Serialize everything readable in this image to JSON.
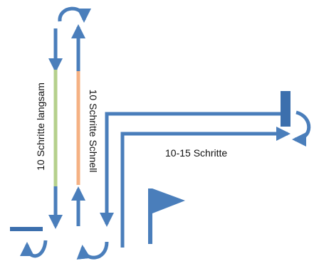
{
  "labels": {
    "slow_walk": "10 Schritte langsam",
    "fast_walk": "10 Schritte Schnell",
    "side_walk": "10-15 Schritte"
  },
  "colors": {
    "path": "#4a7ebb",
    "slow_segment": "#b5d08c",
    "fast_segment": "#f5b183",
    "text": "#111111"
  },
  "icons": [
    "flag-icon",
    "start-marker-icon",
    "end-marker-icon"
  ]
}
